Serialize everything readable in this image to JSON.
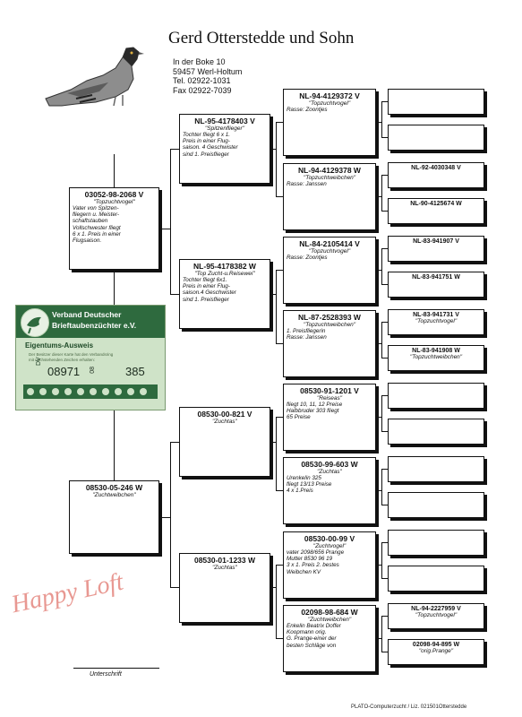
{
  "header": {
    "title": "Gerd Otterstedde und Sohn",
    "street": "In der Boke 10",
    "city": "59457 Werl-Holtum",
    "tel": "Tel. 02922-1031",
    "fax": "Fax 02922-7039"
  },
  "pedigree": {
    "sire": {
      "ring": "03052-98-2068 V",
      "note": "\"Topzuchtvogel\"",
      "desc": [
        "Vater von Spitzen-",
        "fliegern u. Meister-",
        "schaftstauben",
        "Vollschwester fliegt",
        "6 x 1. Preis in einer",
        "Flugsaison."
      ]
    },
    "dam": {
      "ring": "08530-05-246 W",
      "note": "\"Zuchtweibchen\""
    },
    "ss": {
      "ring": "NL-95-4178403 V",
      "note": "\"Spitzenflieger\"",
      "desc": [
        "Tochter fliegt 6 x 1.",
        "Preis in einer Flug-",
        "saison. 4 Geschwister",
        "sind 1. Preisflieger"
      ]
    },
    "sd": {
      "ring": "NL-95-4178382 W",
      "note": "\"Top Zucht-u.Reisewei\"",
      "desc": [
        "Tochter fliegt 6x1.",
        "Preis in einer Flug-",
        "saison.4 Geschwister",
        "sind 1. Preisflieger"
      ]
    },
    "ds": {
      "ring": "08530-00-821 V",
      "note": "\"Zuchtas\""
    },
    "dd": {
      "ring": "08530-01-1233 W",
      "note": "\"Zuchtas\""
    },
    "sss": {
      "ring": "NL-94-4129372 V",
      "note": "\"Topzuchtvogel\"",
      "desc": [
        "Rasse: Zoontjes"
      ]
    },
    "ssd": {
      "ring": "NL-94-4129378 W",
      "note": "\"Topzuchtweibchen\"",
      "desc": [
        "Rasse: Janssen"
      ]
    },
    "sds": {
      "ring": "NL-84-2105414 V",
      "note": "\"Topzuchtvogel\"",
      "desc": [
        "Rasse: Zoontjes"
      ]
    },
    "sdd": {
      "ring": "NL-87-2528393 W",
      "note": "\"Topzuchtweibchen\"",
      "desc": [
        "1. Preisfliegerin",
        "Rasse: Janssen"
      ]
    },
    "dss": {
      "ring": "08530-91-1201 V",
      "note": "\"Reiseas\"",
      "desc": [
        "fliegt 10, 11, 12 Preise",
        "Halbbruder 303 fliegt",
        "65 Preise"
      ]
    },
    "dsd": {
      "ring": "08530-99-603 W",
      "note": "\"Zuchtas\"",
      "desc": [
        "Urenkelin 325",
        "fliegt 13/13 Preise",
        "4 x 1.Preis"
      ]
    },
    "dds": {
      "ring": "08530-00-99 V",
      "note": "\"Zuchtvogel\"",
      "desc": [
        "vater 2098/656 Prange",
        "Mutter 8530 96   19",
        "3 x 1. Preis 2. bestes",
        "Weibchen KV"
      ]
    },
    "ddd": {
      "ring": "02098-98-684 W",
      "note": "\"Zuchtweibchen\"",
      "desc": [
        "Enkelin Beatrix Doffer",
        "Koopmann orig.",
        "G. Prange-einer der",
        "besten Schläge von"
      ]
    },
    "g4": [
      {
        "ring": "",
        "note": ""
      },
      {
        "ring": "",
        "note": ""
      },
      {
        "ring": "NL-92-4030348 V",
        "note": ""
      },
      {
        "ring": "NL-90-4125674 W",
        "note": ""
      },
      {
        "ring": "NL-83-941907 V",
        "note": ""
      },
      {
        "ring": "NL-83-941751 W",
        "note": ""
      },
      {
        "ring": "NL-83-941731 V",
        "note": "\"Topzuchtvogel\""
      },
      {
        "ring": "NL-83-941908 W",
        "note": "\"Topzuchtweibchen\""
      },
      {
        "ring": "",
        "note": ""
      },
      {
        "ring": "",
        "note": ""
      },
      {
        "ring": "",
        "note": ""
      },
      {
        "ring": "",
        "note": ""
      },
      {
        "ring": "",
        "note": ""
      },
      {
        "ring": "",
        "note": ""
      },
      {
        "ring": "NL-94-2227959 V",
        "note": "\"Topzuchtvogel\""
      },
      {
        "ring": "02098-94-895 W",
        "note": "\"orig.Prange\""
      }
    ]
  },
  "card": {
    "line1": "Verband Deutscher",
    "line2": "Brieftaubenzüchter e.V.",
    "sub": "Eigentums-Ausweis",
    "fine1": "Der Besitzer dieser Karte hat den Verbandsring",
    "fine2": "mit nachstehenden Zeichen erhalten:",
    "dv": "DV",
    "number": "08971",
    "year": "08",
    "code": "385"
  },
  "watermark": "Happy Loft",
  "signature_label": "Unterschrift",
  "footer": "PLATO-Computerzucht / Liz. 021501Otterstedde"
}
